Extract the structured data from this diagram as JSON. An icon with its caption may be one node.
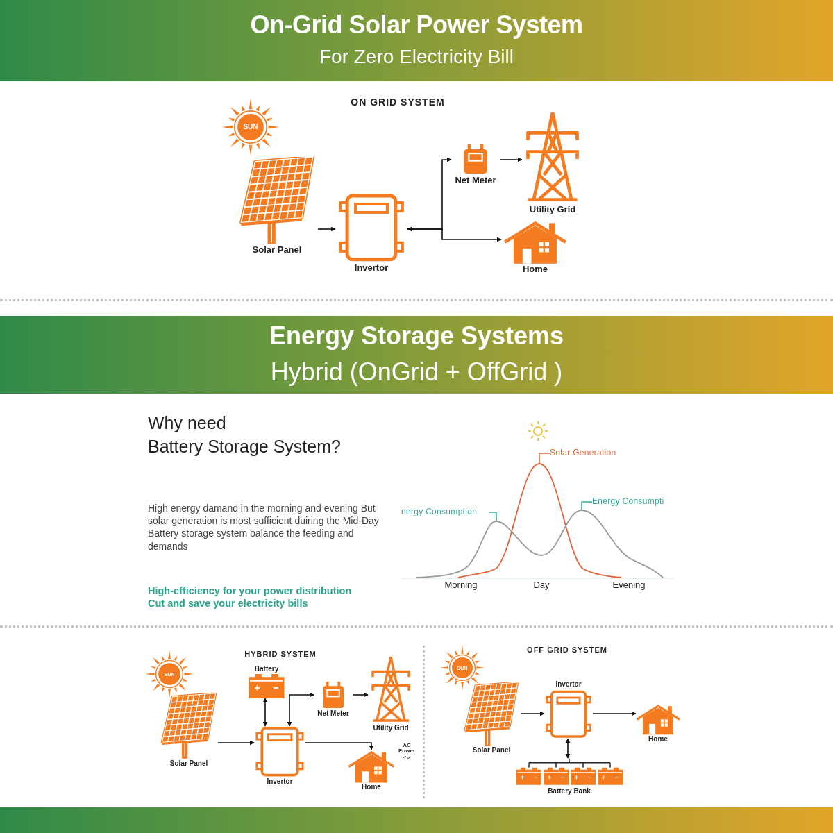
{
  "diagram": {
    "title": "On-Grid Solar Power System",
    "nodes": [
      {
        "text": [
          "SUN"
        ]
      },
      {
        "text": [
          "Solar Panel"
        ]
      },
      {
        "text": [
          "Invertor"
        ]
      },
      {
        "text": [
          "Net Meter"
        ]
      },
      {
        "text": [
          "Utility Grid"
        ]
      },
      {
        "text": [
          "Home"
        ]
      },
      {
        "text": [
          "SUN"
        ]
      },
      {
        "text": [
          "Solar Panel"
        ]
      },
      {
        "text": [
          "Battery"
        ]
      },
      {
        "text": [
          "Net Meter"
        ]
      },
      {
        "text": [
          "Utility Grid"
        ]
      },
      {
        "text": [
          "Invertor"
        ]
      },
      {
        "text": [
          "Home"
        ],
        "beside": [
          "AC Power"
        ]
      },
      {
        "text": [
          "SUN"
        ]
      },
      {
        "text": [
          "Invertor"
        ]
      },
      {
        "text": [
          "Solar Panel"
        ]
      },
      {
        "text": [
          "Home"
        ]
      },
      {
        "text": [
          "Battery Bank"
        ]
      },
      {
        "text": [
          "Solar Generation"
        ]
      },
      {
        "text": [
          "nergy Consumption"
        ]
      },
      {
        "text": [
          "Energy Consumpti"
        ]
      },
      {
        "text": [],
        "shape": "curve"
      },
      {
        "text": [],
        "shape": "curve"
      },
      {
        "text": [],
        "shape": "curve"
      }
    ],
    "edges": [
      {
        "from": 1,
        "to": 2,
        "arrow": "to"
      },
      {
        "from": 2,
        "to": 3,
        "arrow": "both"
      },
      {
        "from": 3,
        "to": 4,
        "arrow": "to"
      },
      {
        "from": 2,
        "to": 5,
        "arrow": "to"
      },
      {
        "from": 7,
        "to": 11,
        "arrow": "to"
      },
      {
        "from": 8,
        "to": 11,
        "arrow": "both"
      },
      {
        "from": 11,
        "to": 9,
        "arrow": "both"
      },
      {
        "from": 9,
        "to": 10,
        "arrow": "to"
      },
      {
        "from": 11,
        "to": 12,
        "arrow": "to"
      },
      {
        "from": 15,
        "to": 14,
        "arrow": "to"
      },
      {
        "from": 14,
        "to": 16,
        "arrow": "to"
      },
      {
        "from": 14,
        "to": 17,
        "arrow": "both"
      },
      {
        "from": 18,
        "to": 21,
        "arrow": "none",
        "color": "#e0643a"
      },
      {
        "from": 19,
        "to": 22,
        "arrow": "none",
        "color": "#3aa89a"
      },
      {
        "from": 20,
        "to": 23,
        "arrow": "none",
        "color": "#3aa89a"
      }
    ],
    "labels": [
      "For Zero Electricity Bill",
      "ON GRID SYSTEM",
      "Energy Storage Systems",
      "Hybrid (OnGrid + OffGrid )",
      "Why need",
      "Battery Storage System?",
      "High energy damand in the morning and evening But solar generation is most sufficient duiring the Mid-Day Battery storage system balance the feeding and demands",
      "Morning",
      "Day",
      "Evening",
      "High-efficiency for your power distribution",
      "Cut and save your electricity bills",
      "HYBRID SYSTEM",
      "OFF GRID SYSTEM"
    ]
  }
}
